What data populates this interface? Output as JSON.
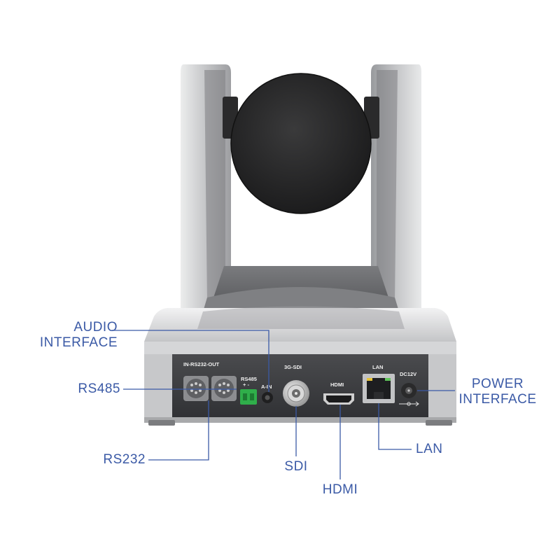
{
  "callouts": {
    "audio": [
      "AUDIO",
      "INTERFACE"
    ],
    "rs485": "RS485",
    "rs232": "RS232",
    "sdi": "SDI",
    "hdmi": "HDMI",
    "lan": "LAN",
    "power": [
      "POWER",
      "INTERFACE"
    ]
  },
  "panel_labels": {
    "rs232": "IN-RS232-OUT",
    "rs485": "RS485",
    "rs485_polarity": "+ -",
    "audio_in": "A-IN",
    "sdi": "3G-SDI",
    "hdmi": "HDMI",
    "lan": "LAN",
    "dc": "DC12V"
  },
  "colors": {
    "callout_text": "#3b5aa6",
    "leader_line": "#3b5aa6",
    "camera_silver": "#c9cacc",
    "camera_dark": "#4a4b4e",
    "panel": "#3e3f42",
    "terminal_green": "#2fae4a"
  }
}
